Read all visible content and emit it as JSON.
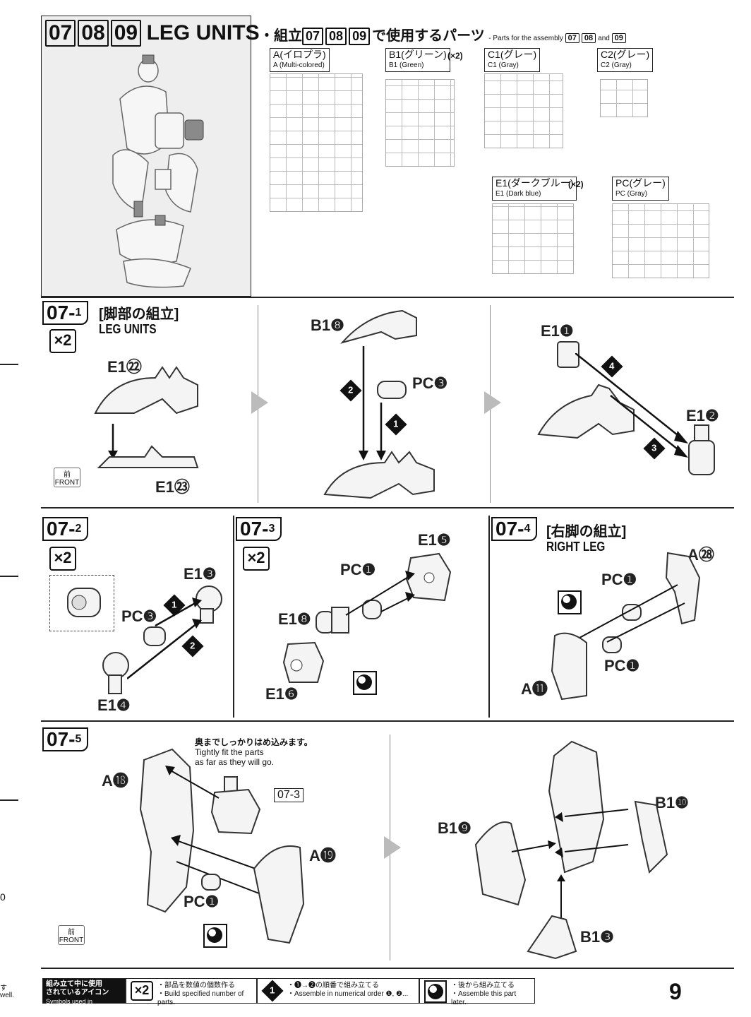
{
  "header": {
    "nums": [
      "07",
      "08",
      "09"
    ],
    "title": "LEG UNITS",
    "parts_heading_jp": "・組立",
    "parts_heading_jp_end": "で使用するパーツ",
    "parts_heading_en": "- Parts for the assembly",
    "parts_heading_en_and": "and"
  },
  "runners": [
    {
      "jp": "A(イロプラ)",
      "en": "A (Multi-colored)",
      "mult": ""
    },
    {
      "jp": "B1(グリーン)",
      "en": "B1 (Green)",
      "mult": "(×2)"
    },
    {
      "jp": "C1(グレー)",
      "en": "C1 (Gray)",
      "mult": ""
    },
    {
      "jp": "C2(グレー)",
      "en": "C2 (Gray)",
      "mult": ""
    },
    {
      "jp": "E1(ダークブルー)",
      "en": "E1 (Dark blue)",
      "mult": "(×2)"
    },
    {
      "jp": "PC(グレー)",
      "en": "PC (Gray)",
      "mult": ""
    }
  ],
  "step_07_1": {
    "label": "07",
    "sub": "1",
    "jp": "[脚部の組立]",
    "en": "LEG UNITS",
    "mult": "×2",
    "parts": [
      "E1㉒",
      "E1㉓",
      "B1❽",
      "PC❸",
      "E1❶",
      "E1❷"
    ],
    "front_jp": "前",
    "front_en": "FRONT"
  },
  "step_07_2": {
    "label": "07",
    "sub": "2",
    "mult": "×2",
    "parts": [
      "E1❸",
      "PC❸",
      "E1❹"
    ]
  },
  "step_07_3": {
    "label": "07",
    "sub": "3",
    "mult": "×2",
    "parts": [
      "E1❺",
      "PC❶",
      "E1❽",
      "E1❻"
    ]
  },
  "step_07_4": {
    "label": "07",
    "sub": "4",
    "jp": "[右脚の組立]",
    "en": "RIGHT LEG",
    "parts": [
      "A㉘",
      "PC❶",
      "PC❶",
      "A⓫"
    ]
  },
  "step_07_5": {
    "label": "07",
    "sub": "5",
    "note_jp": "奥までしっかりはめ込みます。",
    "note_en1": "Tightly fit the parts",
    "note_en2": "as far as they will go.",
    "ref": "07-3",
    "parts": [
      "A⓲",
      "A⓳",
      "PC❶",
      "B1❿",
      "B1❾",
      "B1❸"
    ],
    "front_jp": "前",
    "front_en": "FRONT"
  },
  "legend": {
    "title1": "組み立て中に使用",
    "title2": "されているアイコン",
    "title_en": "Symbols used in instructions",
    "x2_jp": "・部品を数値の個数作る",
    "x2_en": "・Build specified number of parts.",
    "order_jp": "・❶→❷の順番で組み立てる",
    "order_en": "・Assemble in numerical order ❶, ❷...",
    "later_jp": "・後から組み立てる",
    "later_en": "・Assemble this part later.",
    "page": "9"
  },
  "margin_left": [
    "す",
    "well.",
    "0"
  ]
}
